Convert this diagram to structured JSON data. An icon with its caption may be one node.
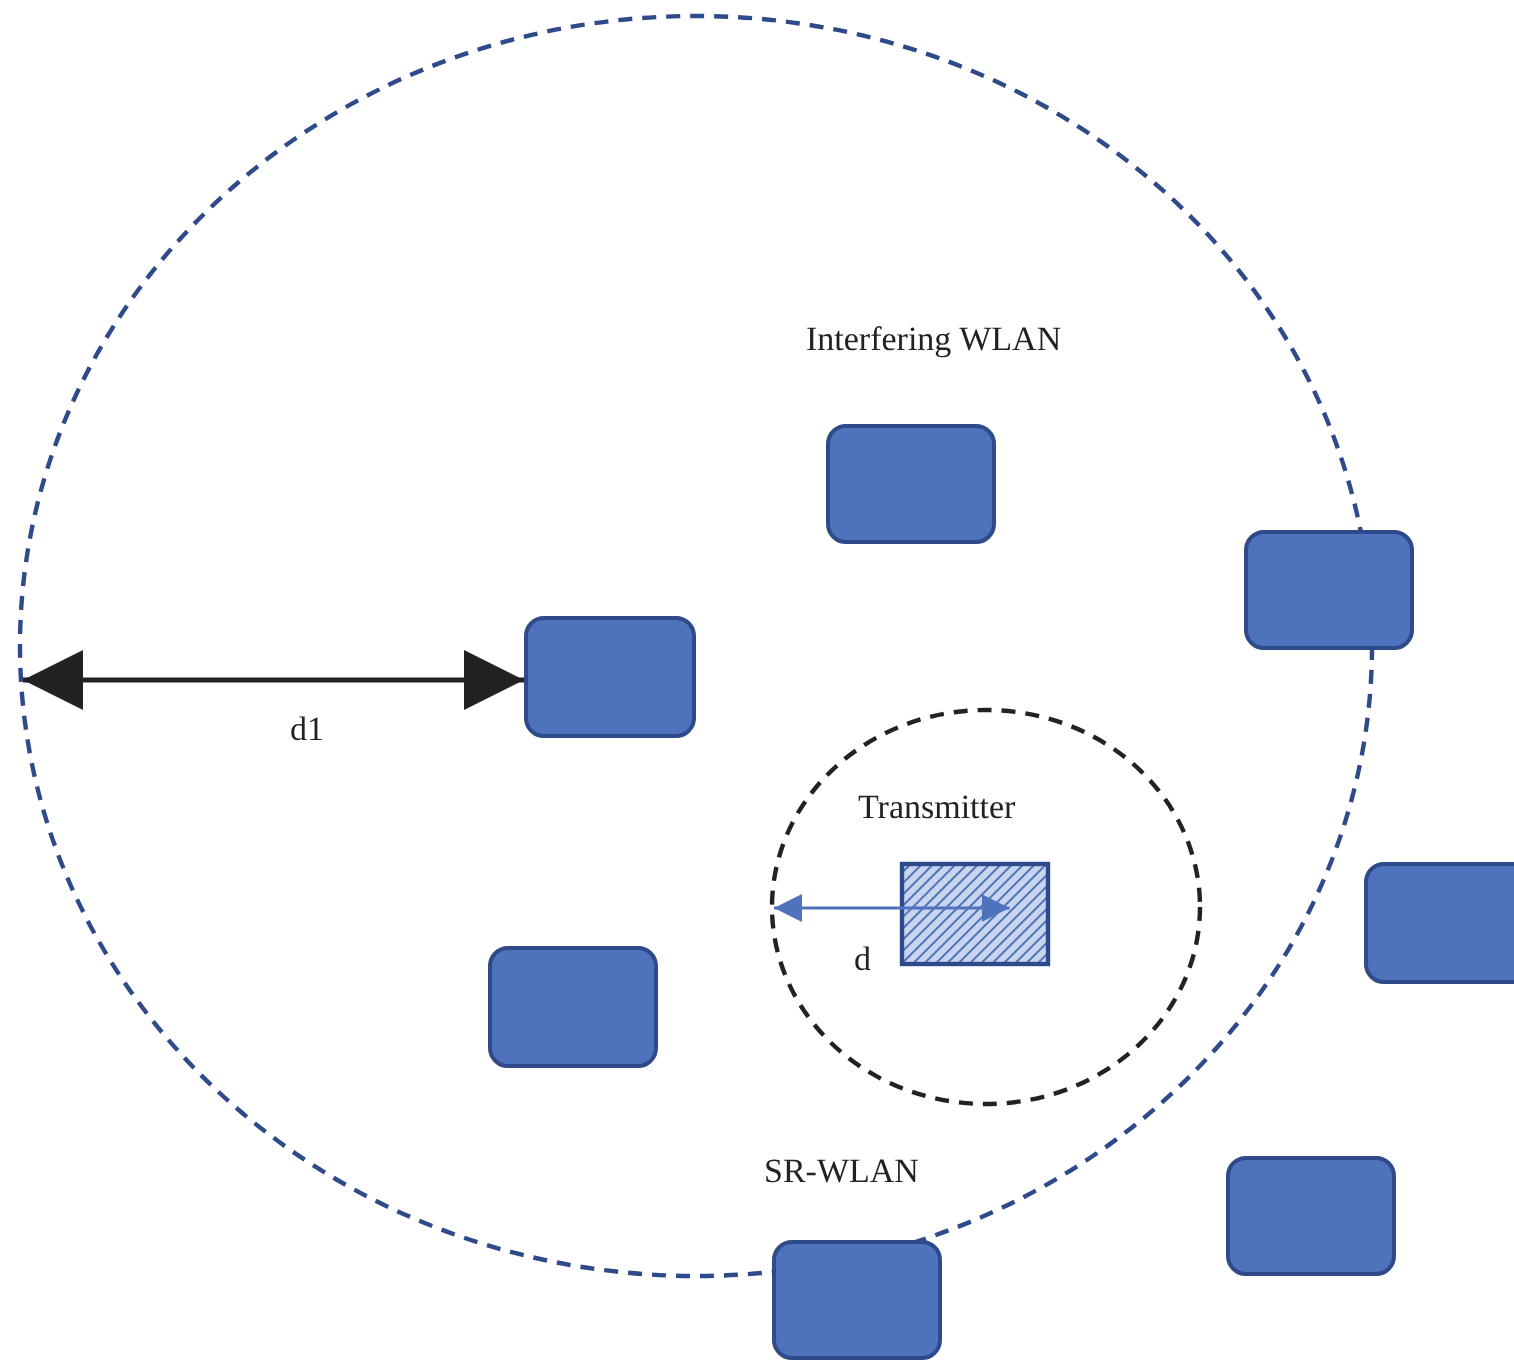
{
  "diagram": {
    "nodes": [
      {
        "text": [],
        "shape": "circle"
      },
      {
        "text": [],
        "shape": "box",
        "in": 0
      },
      {
        "text": [],
        "shape": "box"
      },
      {
        "text": [],
        "shape": "box",
        "in": 0
      },
      {
        "text": [],
        "shape": "circle",
        "in": 0
      },
      {
        "text": [
          "Transmitter"
        ],
        "in": 4
      },
      {
        "text": [],
        "shape": "box"
      },
      {
        "text": [],
        "shape": "box",
        "in": 0
      },
      {
        "text": [],
        "shape": "box"
      },
      {
        "text": [],
        "shape": "box"
      }
    ],
    "edges": [
      {
        "from": 0,
        "to": 3,
        "arrow": "both",
        "label": "d1"
      },
      {
        "from": 4,
        "to": 5,
        "arrow": "both",
        "label": "d",
        "color": "#4f72bd"
      }
    ],
    "labels": [
      "Interfering WLAN",
      "SR-WLAN"
    ]
  }
}
